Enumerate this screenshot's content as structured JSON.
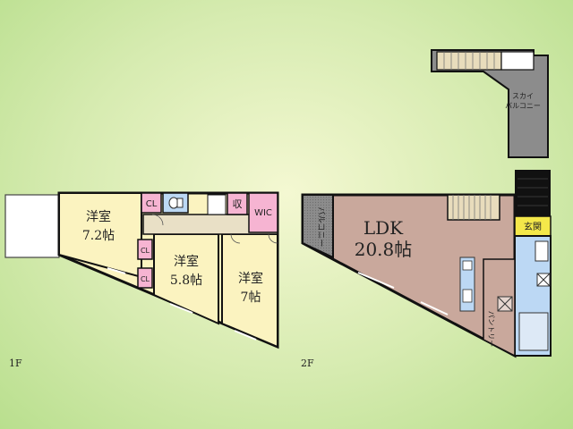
{
  "floor_1": {
    "label": "1F",
    "rooms": {
      "western_1": {
        "name": "洋室",
        "size": "7.2帖"
      },
      "western_2": {
        "name": "洋室",
        "size": "5.8帖"
      },
      "western_3": {
        "name": "洋室",
        "size": "7帖"
      },
      "closet_top": "CL",
      "closet_mid": "CL",
      "closet_low": "CL",
      "storage": "収",
      "walk_in_closet": "WIC"
    }
  },
  "floor_2": {
    "label": "2F",
    "rooms": {
      "ldk": {
        "name": "LDK",
        "size": "20.8帖"
      },
      "balcony": "バルコニー",
      "entrance": "玄関",
      "pantry": "パントリー"
    }
  },
  "rooftop": {
    "sky_balcony_line1": "スカイ",
    "sky_balcony_line2": "バルコニー"
  },
  "colors": {
    "western_room": "#fbf3c0",
    "closet": "#f6b4d2",
    "wet_area": "#bcd8f4",
    "ldk": "#c9a89c",
    "balcony": "#8c8c8c",
    "entrance": "#f4e84a",
    "stair": "#e8dcbc",
    "wall": "#111111"
  }
}
